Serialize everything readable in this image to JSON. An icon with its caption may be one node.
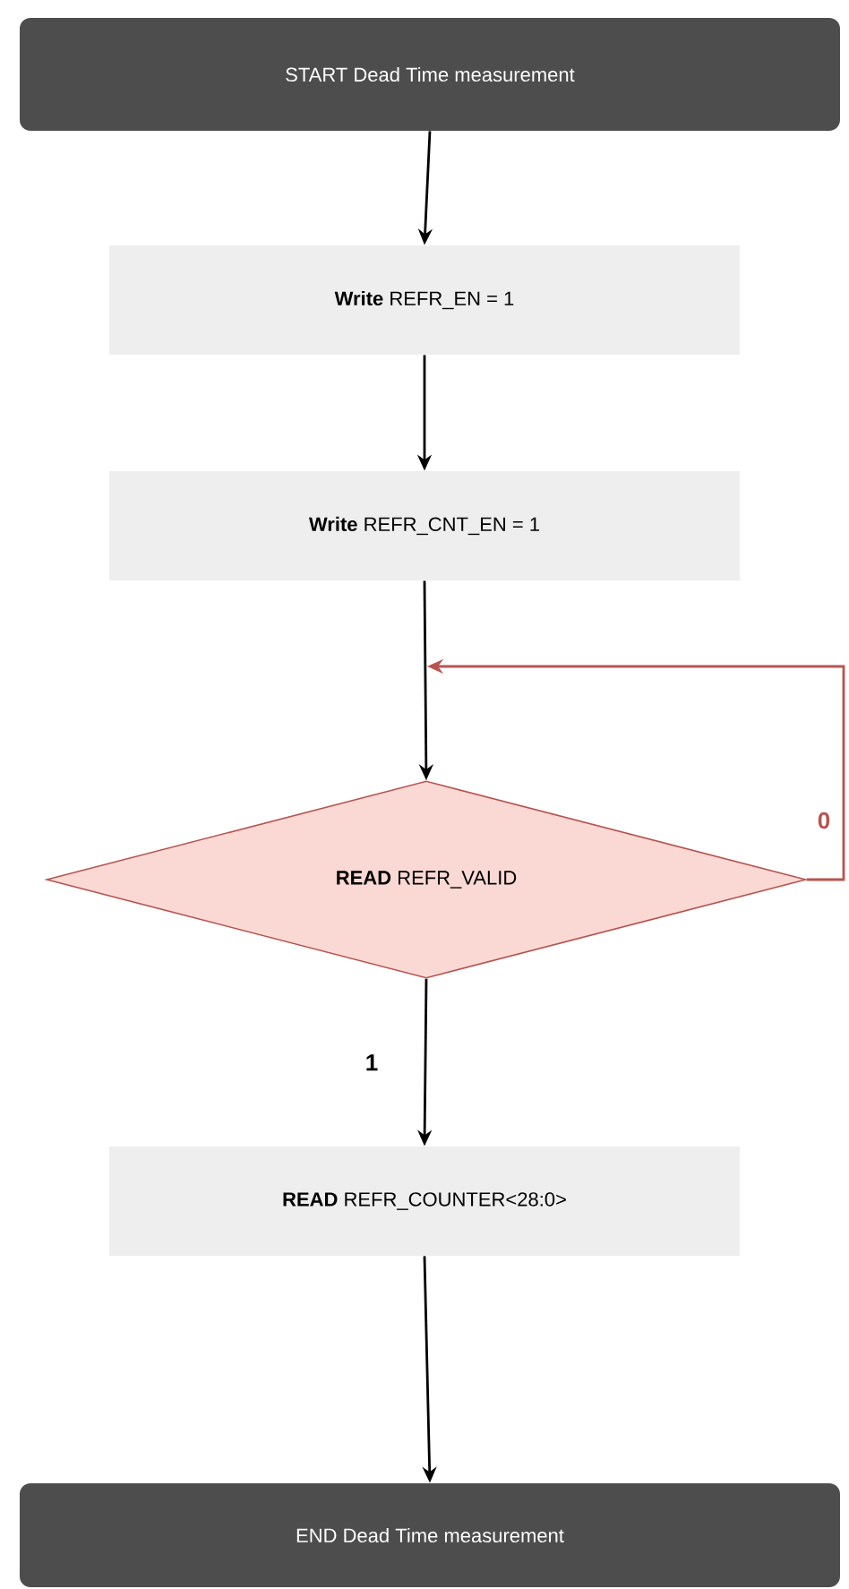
{
  "diagram": {
    "nodes": [
      {
        "text": [
          "START Dead Time measurement"
        ]
      },
      {
        "text": [
          "**Write** REFR_EN = 1"
        ]
      },
      {
        "text": [
          "**Write** REFR_CNT_EN = 1"
        ]
      },
      {
        "text": [
          "**READ** REFR_VALID"
        ]
      },
      {
        "text": [
          "**READ** REFR_COUNTER<28:0>"
        ]
      },
      {
        "text": [
          "END Dead Time measurement"
        ]
      }
    ],
    "edges": [
      {
        "from": 0,
        "to": 1,
        "arrow": "to"
      },
      {
        "from": 1,
        "to": 2,
        "arrow": "to"
      },
      {
        "from": 2,
        "to": 3,
        "arrow": "to"
      },
      {
        "from": 3,
        "to": 4,
        "arrow": "to",
        "label": "1"
      },
      {
        "from": 4,
        "to": 5,
        "arrow": "to"
      },
      {
        "from": 3,
        "to": null,
        "arrow": "to",
        "label": "0",
        "color": "#b85450"
      }
    ]
  }
}
